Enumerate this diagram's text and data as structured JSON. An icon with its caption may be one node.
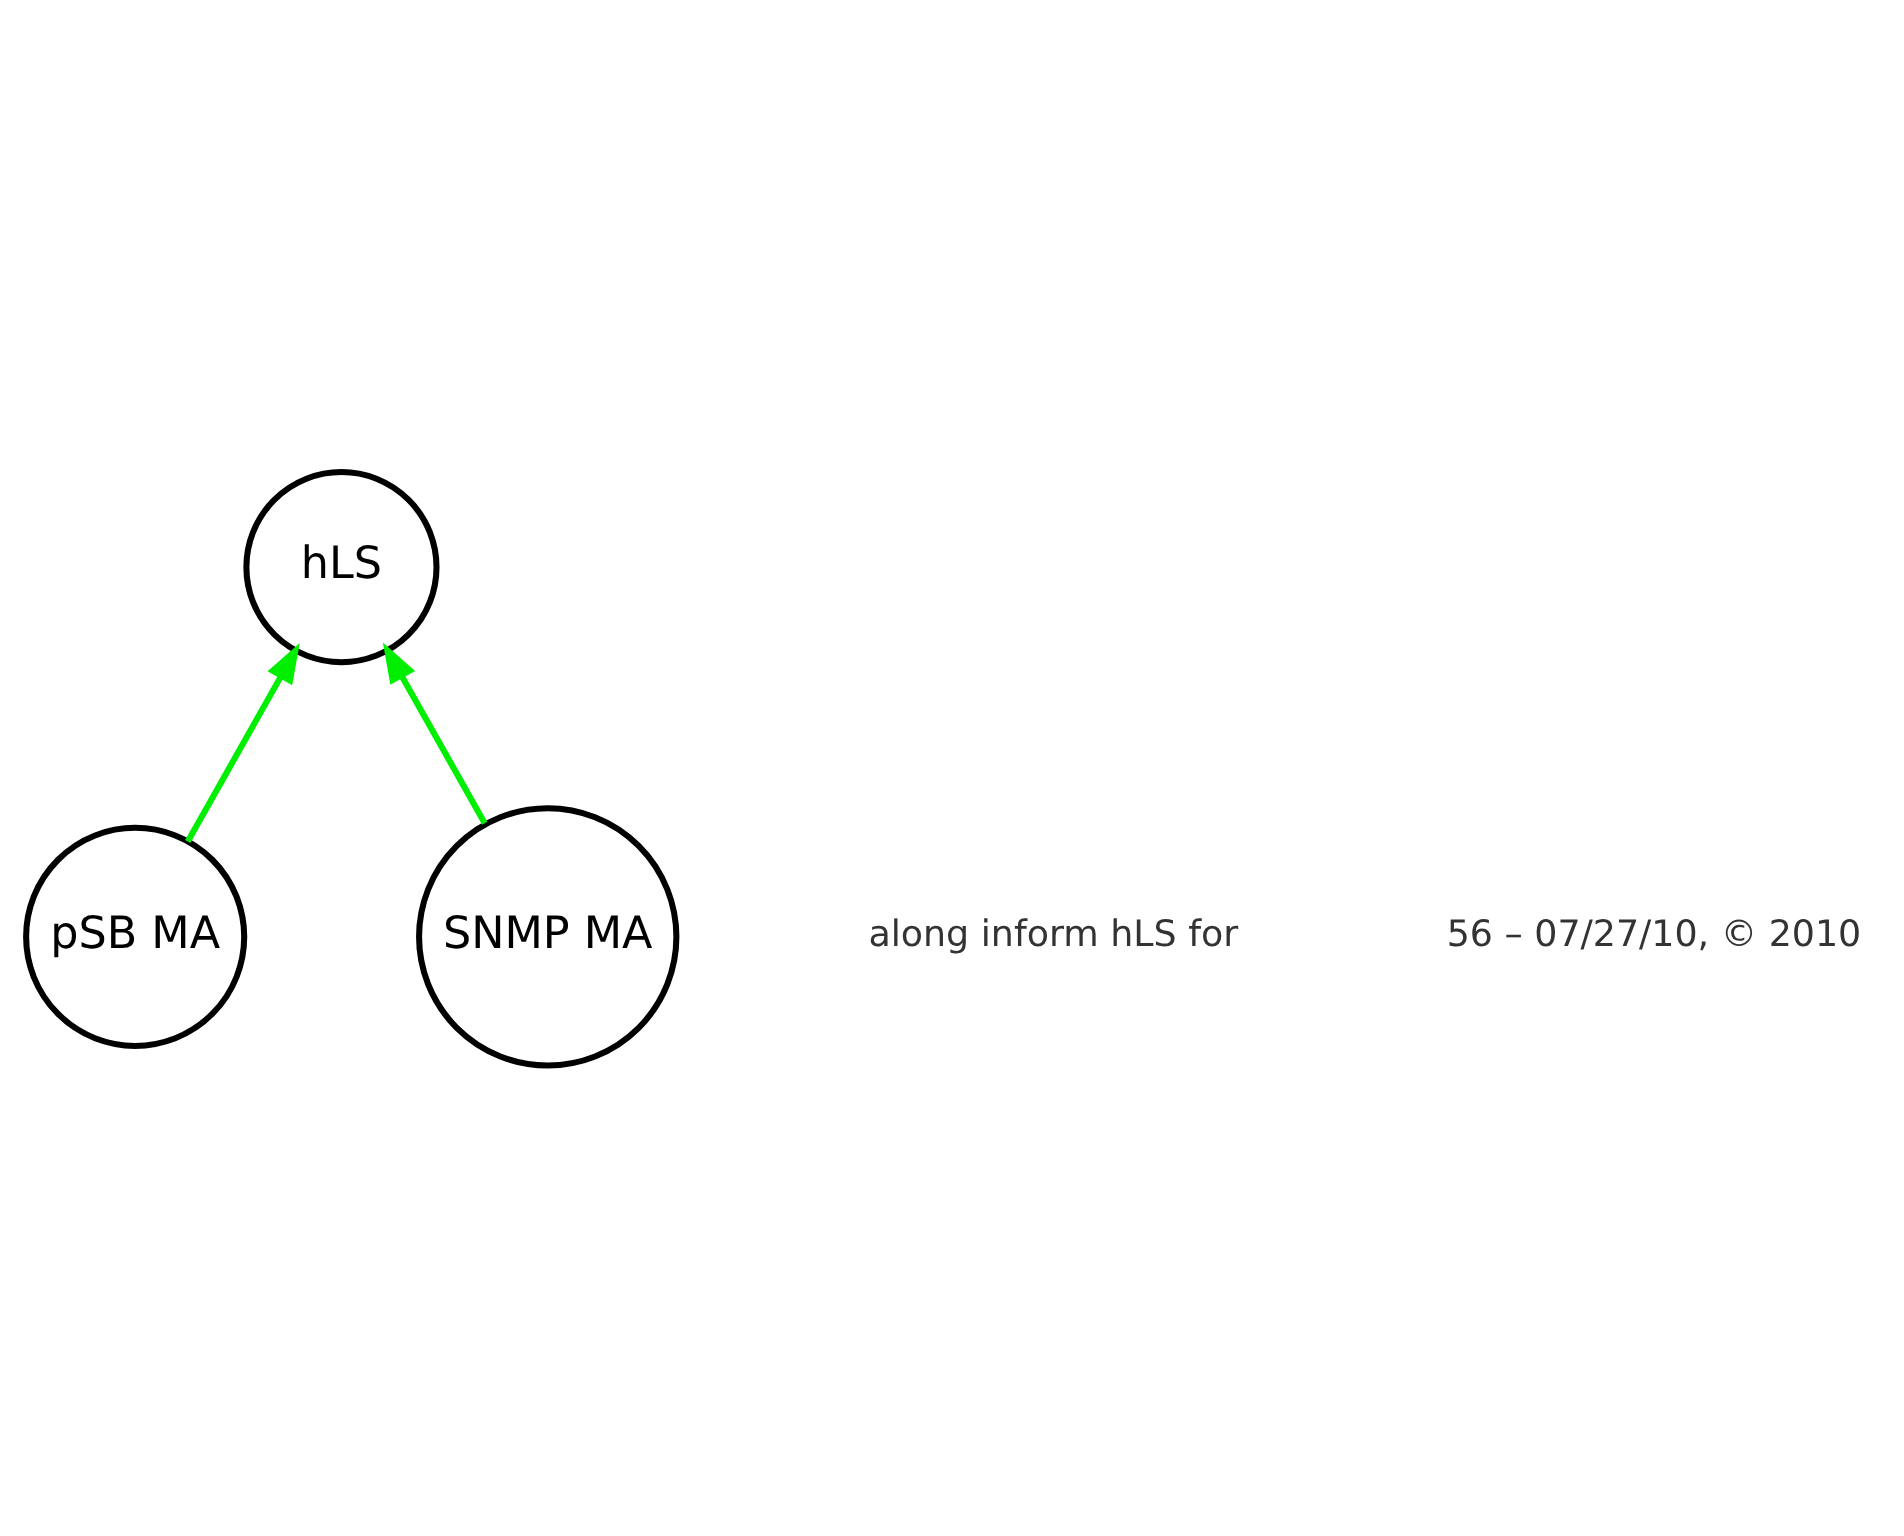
{
  "diagram": {
    "nodes": [
      {
        "text": [
          "hLS"
        ]
      },
      {
        "text": [
          "pSB MA"
        ]
      },
      {
        "text": [
          "SNMP MA"
        ]
      }
    ],
    "edges": [
      {
        "from": 2,
        "to": 0,
        "arrow": "to",
        "color": "#00ee00"
      },
      {
        "from": 1,
        "to": 0,
        "arrow": "to",
        "color": "#00ee00"
      }
    ],
    "labels": [
      "along inform hLS for",
      "56 – 07/27/10, © 2010"
    ]
  }
}
